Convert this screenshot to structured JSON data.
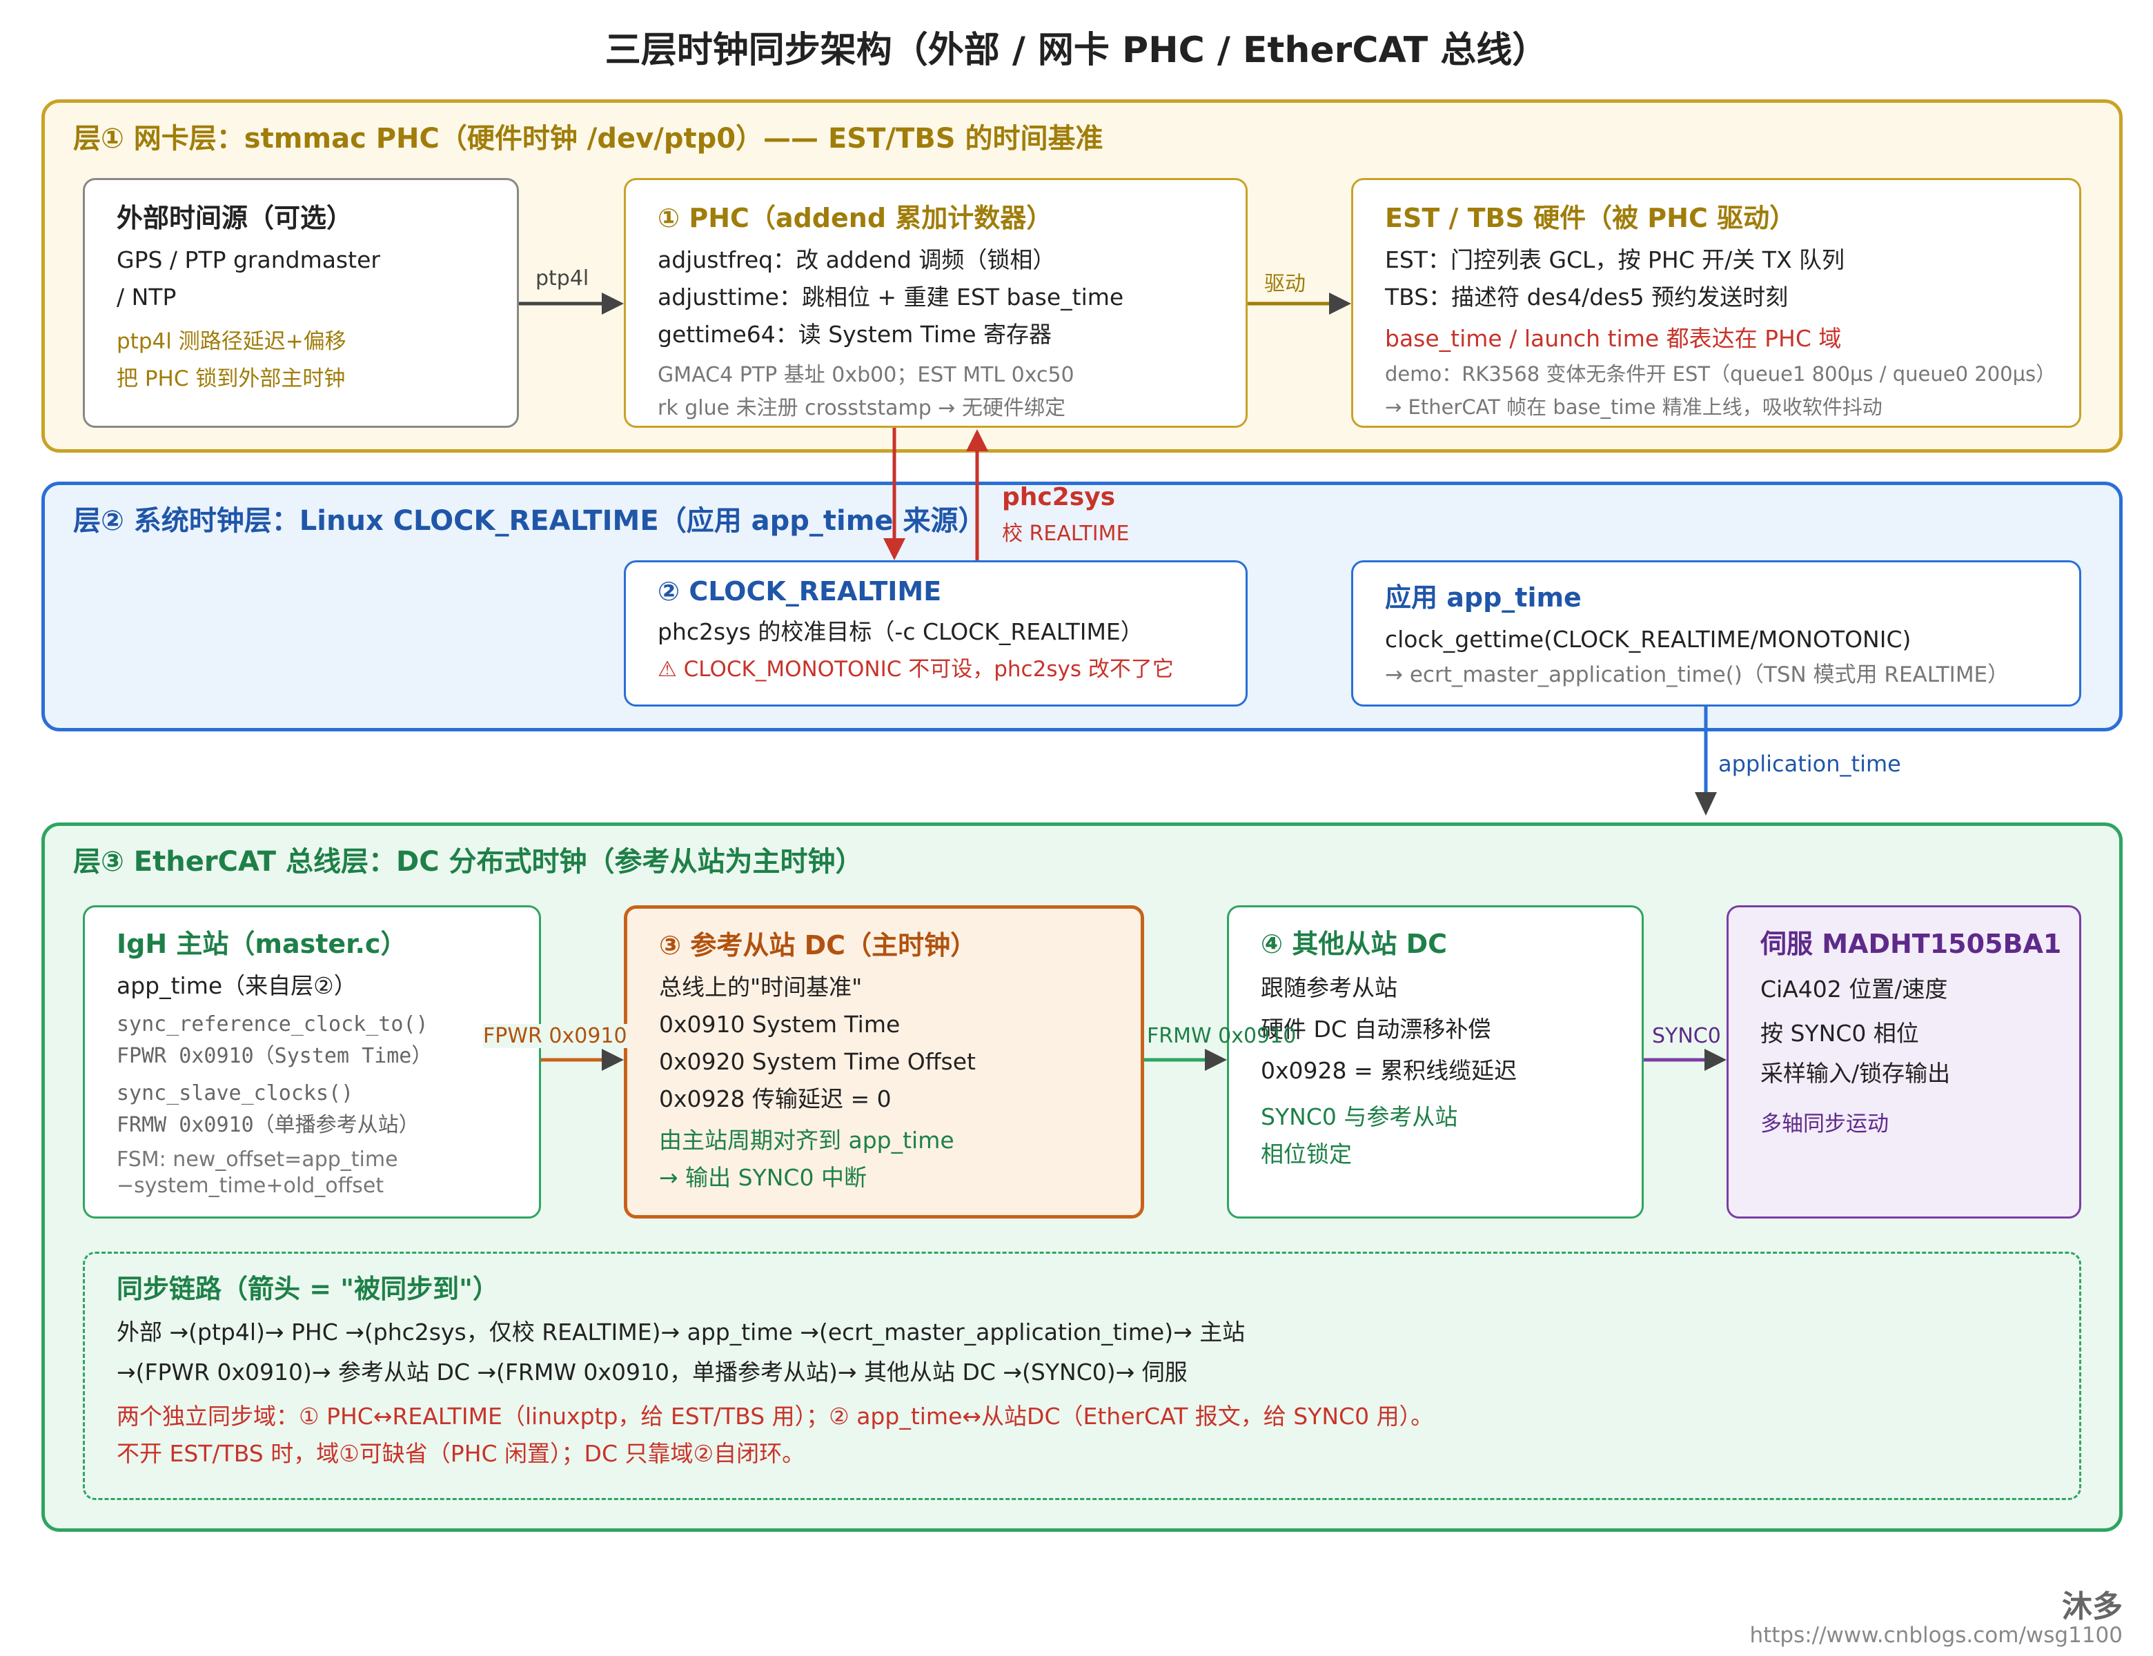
{
  "title": "三层时钟同步架构（外部 / 网卡 PHC / EtherCAT 总线）",
  "layer1": {
    "title": "层① 网卡层：stmmac PHC（硬件时钟 /dev/ptp0）—— EST/TBS 的时间基准",
    "ext": {
      "title": "外部时间源（可选）",
      "lines": [
        "GPS / PTP grandmaster",
        "/ NTP"
      ],
      "notes": [
        "ptp4l 测路径延迟+偏移",
        "把 PHC 锁到外部主时钟"
      ]
    },
    "phc": {
      "title": "① PHC（addend 累加计数器）",
      "lines": [
        "adjustfreq：改 addend 调频（锁相）",
        "adjusttime：跳相位 + 重建 EST base_time",
        "gettime64：读 System Time 寄存器"
      ],
      "notes": [
        "GMAC4 PTP 基址 0xb00；EST MTL 0xc50",
        "rk glue 未注册 crosststamp → 无硬件绑定"
      ]
    },
    "est": {
      "title": "EST / TBS 硬件（被 PHC 驱动）",
      "lines": [
        "EST：门控列表 GCL，按 PHC 开/关 TX 队列",
        "TBS：描述符 des4/des5 预约发送时刻"
      ],
      "red": "base_time / launch time 都表达在 PHC 域",
      "notes": [
        "demo：RK3568 变体无条件开 EST（queue1 800µs / queue0 200µs）",
        "→ EtherCAT 帧在 base_time 精准上线，吸收软件抖动"
      ]
    },
    "arrow_ptp4l": "ptp4l",
    "arrow_drive": "驱动"
  },
  "layer2": {
    "title": "层② 系统时钟层：Linux CLOCK_REALTIME（应用 app_time 来源）",
    "phc2sys_label": "phc2sys",
    "phc2sys_sub": "校 REALTIME",
    "rt": {
      "title": "② CLOCK_REALTIME",
      "line": "phc2sys 的校准目标（-c CLOCK_REALTIME）",
      "warn": "⚠ CLOCK_MONOTONIC 不可设，phc2sys 改不了它"
    },
    "app": {
      "title": "应用 app_time",
      "line": "clock_gettime(CLOCK_REALTIME/MONOTONIC)",
      "note": "→ ecrt_master_application_time()（TSN 模式用 REALTIME）"
    },
    "arrow_app": "application_time"
  },
  "layer3": {
    "title": "层③ EtherCAT 总线层：DC 分布式时钟（参考从站为主时钟）",
    "master": {
      "title": "IgH 主站（master.c）",
      "line": "app_time（来自层②）",
      "mono": [
        "sync_reference_clock_to()",
        "FPWR 0x0910（System Time）",
        "sync_slave_clocks()",
        "FRMW 0x0910（单播参考从站）"
      ],
      "notes": [
        "FSM: new_offset=app_time",
        "−system_time+old_offset"
      ]
    },
    "ref": {
      "title": "③ 参考从站 DC（主时钟）",
      "lines": [
        "总线上的\"时间基准\"",
        "0x0910 System Time",
        "0x0920 System Time Offset",
        "0x0928 传输延迟 = 0"
      ],
      "notes": [
        "由主站周期对齐到 app_time",
        "→ 输出 SYNC0 中断"
      ]
    },
    "other": {
      "title": "④ 其他从站 DC",
      "lines": [
        "跟随参考从站",
        "硬件 DC 自动漂移补偿",
        "0x0928 = 累积线缆延迟"
      ],
      "notes": [
        "SYNC0 与参考从站",
        "相位锁定"
      ]
    },
    "servo": {
      "title": "伺服 MADHT1505BA1",
      "lines": [
        "CiA402 位置/速度",
        "按 SYNC0 相位",
        "采样输入/锁存输出"
      ],
      "note": "多轴同步运动"
    },
    "arrow_fpwr": "FPWR 0x0910",
    "arrow_frmw": "FRMW 0x0910",
    "arrow_sync0": "SYNC0",
    "chain": {
      "title": "同步链路（箭头 = \"被同步到\"）",
      "lines": [
        "外部 →(ptp4l)→ PHC →(phc2sys，仅校 REALTIME)→ app_time →(ecrt_master_application_time)→ 主站",
        "→(FPWR 0x0910)→ 参考从站 DC →(FRMW 0x0910，单播参考从站)→ 其他从站 DC →(SYNC0)→ 伺服"
      ],
      "red": [
        "两个独立同步域：① PHC↔REALTIME（linuxptp，给 EST/TBS 用）；② app_time↔从站DC（EtherCAT 报文，给 SYNC0 用）。",
        "不开 EST/TBS 时，域①可缺省（PHC 闲置）；DC 只靠域②自闭环。"
      ]
    }
  },
  "footer": {
    "author": "沐多",
    "url": "https://www.cnblogs.com/wsg1100"
  },
  "colors": {
    "l1_border": "#c9a227",
    "l1_bg": "#fdf8e8",
    "l1_text": "#a07d0a",
    "l2_border": "#2a6fd6",
    "l2_bg": "#ebf3fd",
    "l2_text": "#1f56a8",
    "l3_border": "#2ea561",
    "l3_bg": "#ebf8ef",
    "l3_text": "#1e8048",
    "ref_border": "#c8621a",
    "ref_bg": "#fdf1e4",
    "ref_text": "#b1520f",
    "servo_border": "#7a3ea6",
    "servo_bg": "#f3ecf9",
    "servo_text": "#5e2a8a",
    "red": "#c8332a"
  }
}
